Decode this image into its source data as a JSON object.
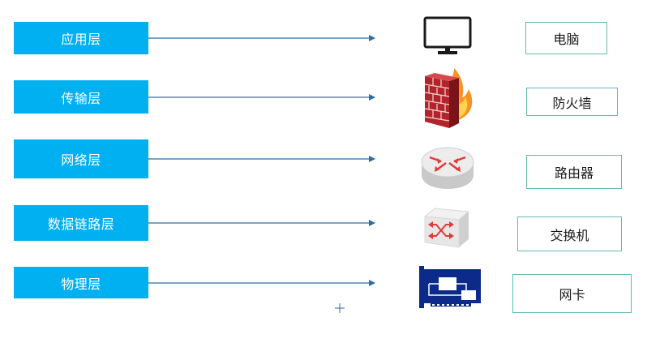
{
  "layers": [
    {
      "label": "应用层"
    },
    {
      "label": "传输层"
    },
    {
      "label": "网络层"
    },
    {
      "label": "数据链路层"
    },
    {
      "label": "物理层"
    }
  ],
  "devices": [
    {
      "label": "电脑",
      "icon": "monitor-icon"
    },
    {
      "label": "防火墙",
      "icon": "firewall-icon"
    },
    {
      "label": "路由器",
      "icon": "router-icon"
    },
    {
      "label": "交换机",
      "icon": "switch-icon"
    },
    {
      "label": "网卡",
      "icon": "network-card-icon"
    }
  ],
  "colors": {
    "layer_fill": "#00b0f0",
    "device_border": "#62b9b2",
    "arrow": "#2e6da4"
  }
}
